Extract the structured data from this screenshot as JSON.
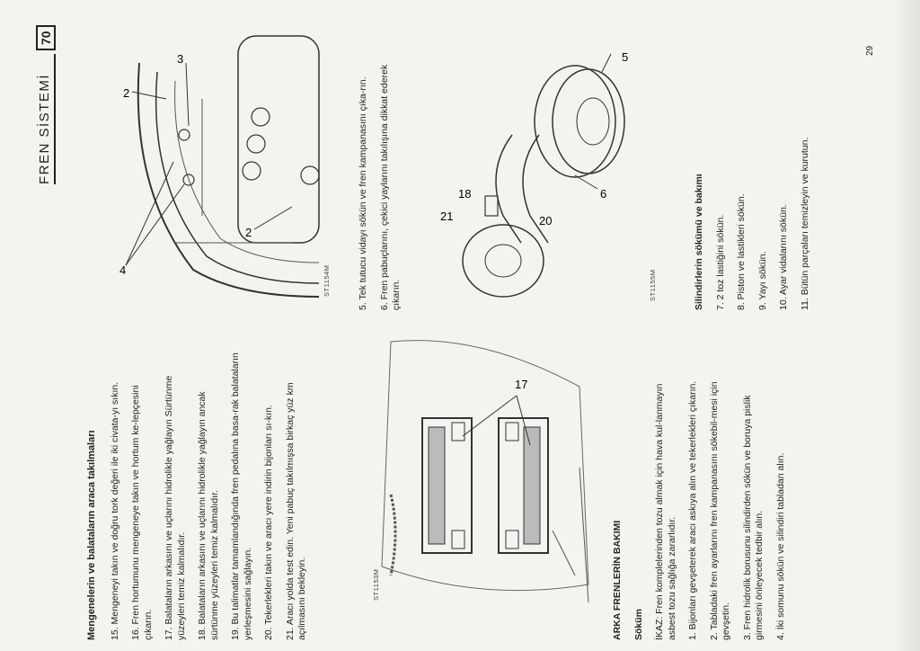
{
  "header": {
    "title": "FREN SİSTEMİ",
    "chapter": "70"
  },
  "page_number": "29",
  "left_column": {
    "heading": "Mengenelerin ve balataların araca takılmaları",
    "steps": [
      "15. Mengeneyi takın ve doğru tork değeri ile iki civata-yı sıkın.",
      "16. Fren hortumunu mengeneye takın ve hortum ke-lepçesini çıkarın.",
      "17. Balataların arkasını ve uçlarını hidrolikle yağlayın Sürtünme yüzeyleri temiz kalmalıdır.",
      "18. Balataların arkasını ve uçlarını hidrolikle yağlayın ancak sürtünme yüzeyleri temiz kalmalıdır.",
      "19. Bu talimatlar tamamlandığında fren pedalına basa-rak balataların yerleşmesini sağlayın.",
      "20. Tekerlekleri takın ve aracı yere indirin bijonları sı-kın.",
      "21. Aracı yolda test edin. Yeni pabuç takılmışsa birkaç yüz km açılmasını bekleyin."
    ],
    "section_title": "ARKA FRENLERİN BAKIMI",
    "subsection_title": "Söküm",
    "warning": "İKAZ: Fren komplelerinden tozu almak için hava kul-lanmayın asbest tozu sağlığa zararlıdır.",
    "removal_steps": [
      "1. Bijonları gevşeterek aracı askıya alın ve tekerlekleri çıkarın.",
      "2. Tabladaki fren ayarlarını fren kampanasını sökebil-mesi için gevşetin.",
      "3. Fren hidrolik borusunu silindirden sökün ve boruya pislik girmesini önleyecek tedbir alın.",
      "4. İki somunu sökün ve silindiri tabladan alın."
    ]
  },
  "right_column": {
    "steps": [
      "5. Tek tutucu vidayı sökün ve fren kampanasını çıka-rın.",
      "6. Fren pabuçlarını, çekici yaylarını takılışına dikkat ederek çıkarın."
    ],
    "subsection_title": "Silindirlerin sökümü ve bakımı",
    "cylinder_steps": [
      "7. 2 toz lastiğini sökün.",
      "8. Piston ve lastikleri sökün.",
      "9. Yayı sökün.",
      "10. Ayar vidalarını sökün.",
      "11. Bütün parçaları temizleyin ve kurutun."
    ]
  },
  "figures": {
    "fig1": {
      "caption": "ST1154M",
      "labels": [
        "2",
        "3",
        "2",
        "4"
      ]
    },
    "fig2": {
      "caption": "ST1153M",
      "labels": [
        "17"
      ]
    },
    "fig3": {
      "caption": "ST1155M",
      "labels": [
        "5",
        "6",
        "18",
        "21",
        "20"
      ]
    }
  }
}
